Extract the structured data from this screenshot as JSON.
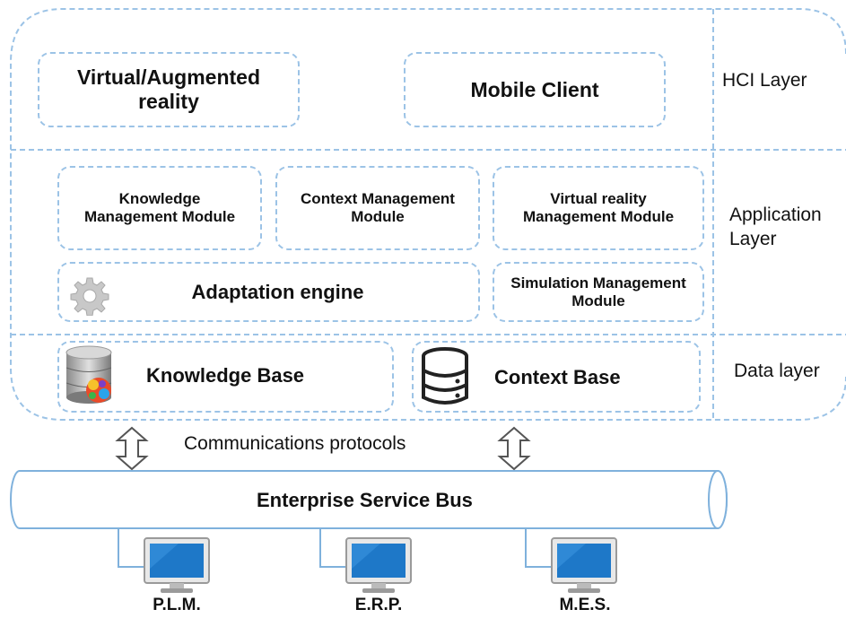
{
  "hci": {
    "label": "HCI Layer",
    "vr_box": "Virtual/Augmented reality",
    "mobile_box": "Mobile Client"
  },
  "application": {
    "label": "Application Layer",
    "knowledge_module": "Knowledge Management Module",
    "context_module": "Context Management Module",
    "vr_module": "Virtual reality Management Module",
    "simulation_module": "Simulation Management Module",
    "adaptation_engine": "Adaptation engine"
  },
  "data": {
    "label": "Data layer",
    "knowledge_base": "Knowledge Base",
    "context_base": "Context Base"
  },
  "communications": "Communications protocols",
  "bus": "Enterprise Service Bus",
  "systems": [
    "P.L.M.",
    "E.R.P.",
    "M.E.S."
  ],
  "icons": {
    "gear": "gear-icon",
    "knowledge_db": "database-brain-icon",
    "context_db": "database-icon",
    "arrows": "double-arrow-icon",
    "computer": "computer-monitor-icon"
  },
  "colors": {
    "dashed_border": "#9cc3e6",
    "bus_stroke": "#7fb1dc",
    "monitor_screen": "#1e78c8"
  }
}
